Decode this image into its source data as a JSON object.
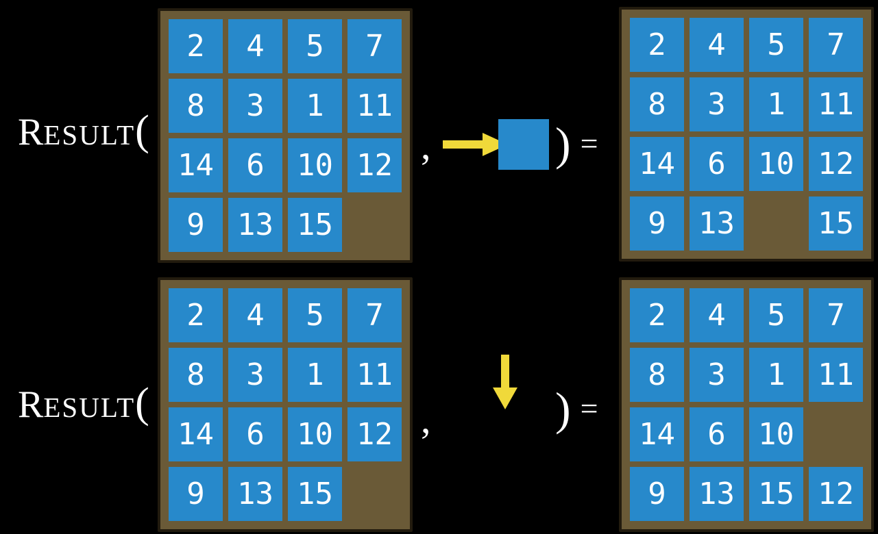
{
  "colors": {
    "tile": "#2789cb",
    "frame": "#6a5a37",
    "edge": "#221b0e",
    "arrow": "#f0d93a",
    "ink": "#ffffff"
  },
  "function_label": {
    "prefix_cap": "R",
    "prefix_rest": "ESULT",
    "open_paren": "(",
    "comma": ",",
    "close_paren": ")",
    "equals": "="
  },
  "examples": [
    {
      "action_direction": "right",
      "state_before": [
        [
          "2",
          "4",
          "5",
          "7"
        ],
        [
          "8",
          "3",
          "1",
          "11"
        ],
        [
          "14",
          "6",
          "10",
          "12"
        ],
        [
          "9",
          "13",
          "15",
          null
        ]
      ],
      "state_after": [
        [
          "2",
          "4",
          "5",
          "7"
        ],
        [
          "8",
          "3",
          "1",
          "11"
        ],
        [
          "14",
          "6",
          "10",
          "12"
        ],
        [
          "9",
          "13",
          null,
          "15"
        ]
      ]
    },
    {
      "action_direction": "down",
      "state_before": [
        [
          "2",
          "4",
          "5",
          "7"
        ],
        [
          "8",
          "3",
          "1",
          "11"
        ],
        [
          "14",
          "6",
          "10",
          "12"
        ],
        [
          "9",
          "13",
          "15",
          null
        ]
      ],
      "state_after": [
        [
          "2",
          "4",
          "5",
          "7"
        ],
        [
          "8",
          "3",
          "1",
          "11"
        ],
        [
          "14",
          "6",
          "10",
          null
        ],
        [
          "9",
          "13",
          "15",
          "12"
        ]
      ]
    }
  ]
}
